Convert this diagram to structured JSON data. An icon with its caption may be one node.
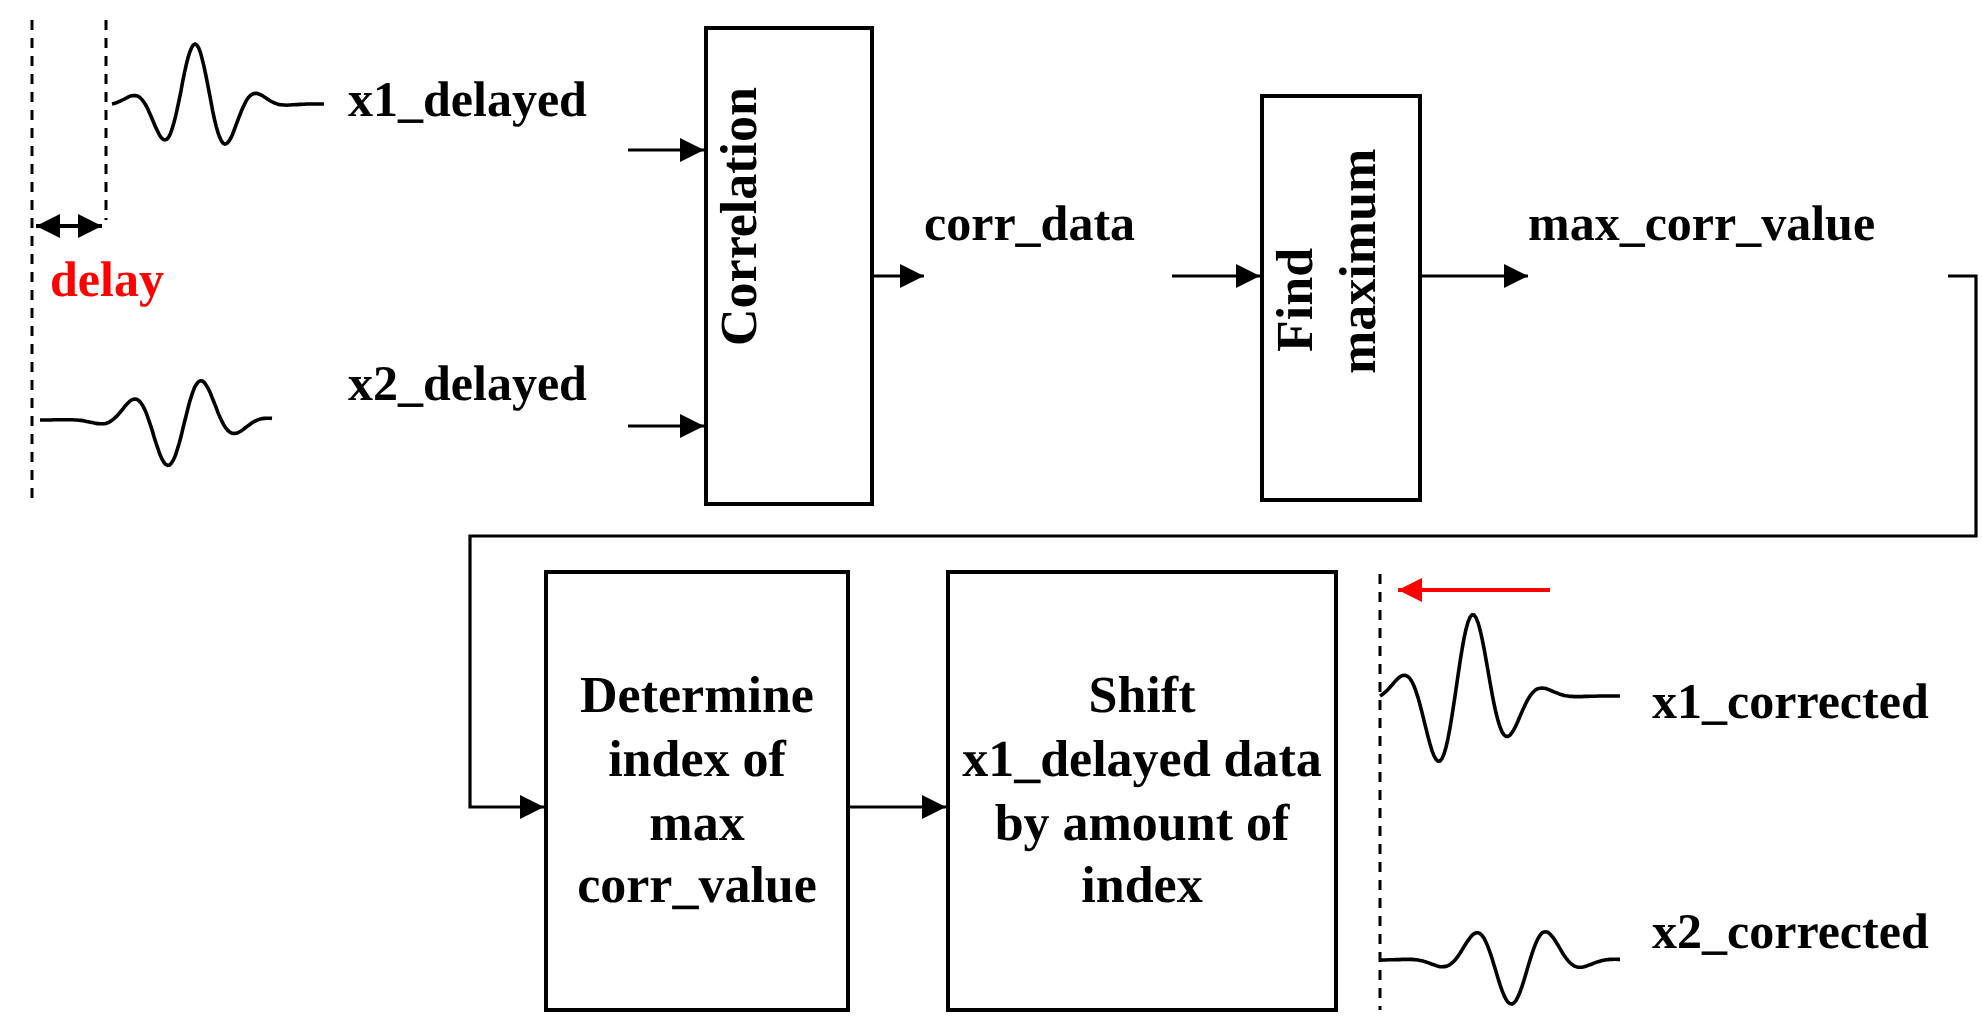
{
  "diagram": {
    "nodes": [
      {
        "text": [
          "x1_delayed"
        ]
      },
      {
        "text": [
          "Correlation"
        ]
      },
      {
        "text": [
          "corr_data"
        ]
      },
      {
        "text": [
          "Find maximum"
        ]
      },
      {
        "text": [
          "max_corr_value"
        ]
      },
      {
        "text": [
          "x2_delayed"
        ]
      },
      {
        "text": [
          "Determine index of max corr_value"
        ]
      },
      {
        "text": [
          "Shift x1_delayed data by amount of index"
        ]
      }
    ],
    "edges": [
      {
        "from": 0,
        "to": 1,
        "arrow": "to"
      },
      {
        "from": 5,
        "to": 1,
        "arrow": "to"
      },
      {
        "from": 1,
        "to": 2,
        "arrow": "to"
      },
      {
        "from": 2,
        "to": 3,
        "arrow": "to"
      },
      {
        "from": 3,
        "to": 4,
        "arrow": "to"
      },
      {
        "from": 4,
        "to": 6,
        "arrow": "to"
      },
      {
        "from": 6,
        "to": 7,
        "arrow": "to"
      }
    ],
    "labels": [
      "delay",
      "x1_corrected",
      "x2_corrected"
    ]
  }
}
